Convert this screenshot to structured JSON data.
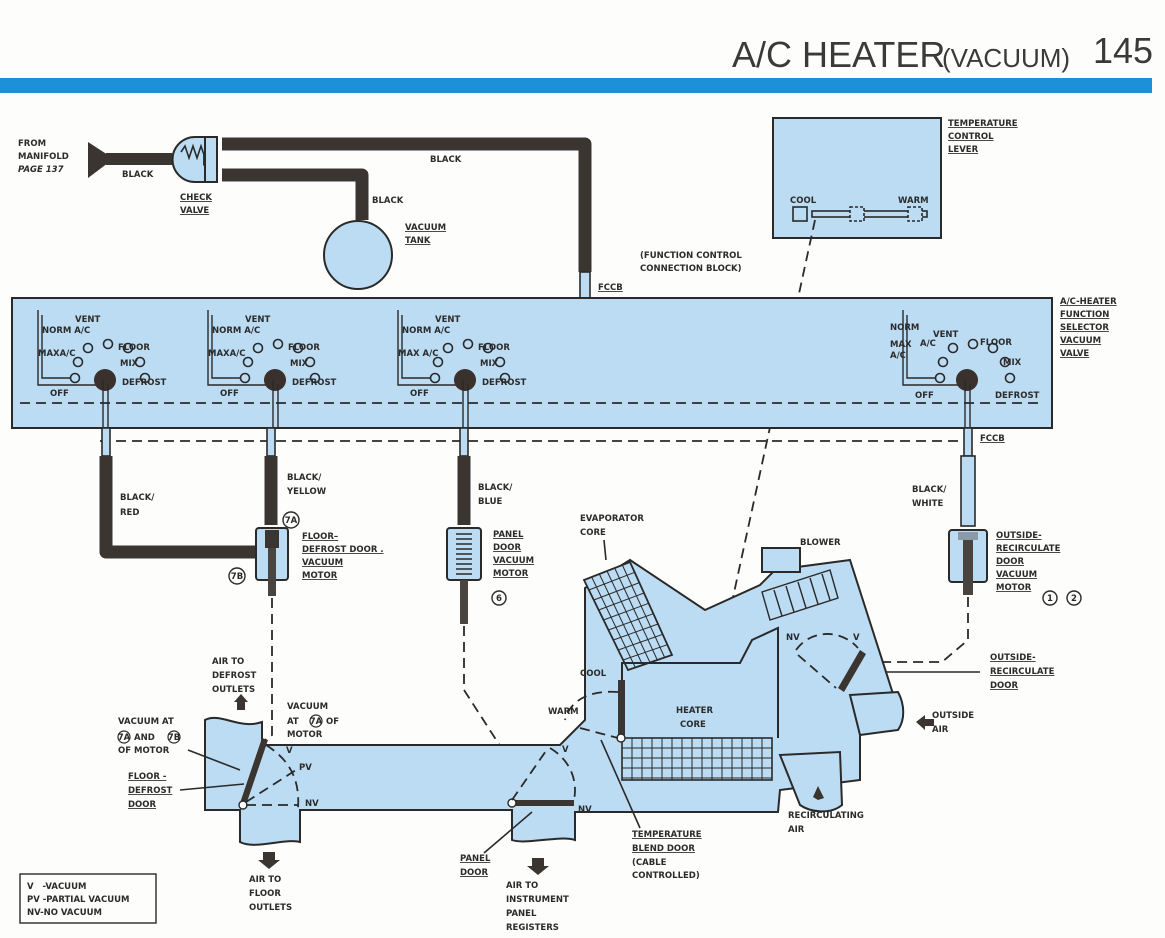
{
  "header": {
    "title_main": "A/C HEATER",
    "title_paren": "(VACUUM)",
    "page_number": "145",
    "rule_color": "#1e90d8"
  },
  "colors": {
    "component_fill": "#bcdcf3",
    "hose": "#3a3530",
    "ink": "#2a2a2a"
  },
  "source": {
    "from_label": "FROM",
    "manifold_label": "MANIFOLD",
    "page_ref": "PAGE 137",
    "hose_color_1": "BLACK",
    "hose_color_2": "BLACK",
    "hose_color_3": "BLACK"
  },
  "components": {
    "check_valve": [
      "CHECK",
      "VALVE"
    ],
    "vacuum_tank": [
      "VACUUM",
      "TANK"
    ],
    "temp_lever": [
      "TEMPERATURE",
      "CONTROL",
      "LEVER"
    ],
    "temp_cool": "COOL",
    "temp_warm": "WARM",
    "fccb_note": [
      "(FUNCTION CONTROL",
      "CONNECTION BLOCK)"
    ],
    "fccb": "FCCB",
    "fccb_2": "FCCB",
    "selector_valve": [
      "A/C-HEATER",
      "FUNCTION",
      "SELECTOR",
      "VACUUM",
      "VALVE"
    ]
  },
  "selector_groups": [
    {
      "vent": "VENT",
      "norm": "NORM A/C",
      "max": "MAXA/C",
      "off": "OFF",
      "floor": "FLOOR",
      "mix": "MIX",
      "defrost": "DEFROST"
    },
    {
      "vent": "VENT",
      "norm": "NORM A/C",
      "max": "MAXA/C",
      "off": "OFF",
      "floor": "FLOOR",
      "mix": "MIX",
      "defrost": "DEFROST"
    },
    {
      "vent": "VENT",
      "norm": "NORM A/C",
      "max": "MAX A/C",
      "off": "OFF",
      "floor": "FLOOR",
      "mix": "MIX",
      "defrost": "DEFROST"
    },
    {
      "vent": "VENT",
      "norm": "NORM",
      "norm2": "A/C",
      "max": "MAX",
      "max2": "A/C",
      "off": "OFF",
      "floor": "FLOOR",
      "mix": "MIX",
      "defrost": "DEFROST"
    }
  ],
  "hoses": {
    "black_red": [
      "BLACK/",
      "RED"
    ],
    "black_yellow": [
      "BLACK/",
      "YELLOW"
    ],
    "black_blue": [
      "BLACK/",
      "BLUE"
    ],
    "black_white": [
      "BLACK/",
      "WHITE"
    ]
  },
  "motors": {
    "floor_defrost": [
      "FLOOR–",
      "DEFROST DOOR .",
      "VACUUM",
      "MOTOR"
    ],
    "port_7a": "7A",
    "port_7b": "7B",
    "panel": [
      "PANEL",
      "DOOR",
      "VACUUM",
      "MOTOR"
    ],
    "panel_ref": "6",
    "outside_recirc": [
      "OUTSIDE-",
      "RECIRCULATE",
      "DOOR",
      "VACUUM",
      "MOTOR"
    ],
    "ref_1": "1",
    "ref_2": "2"
  },
  "air_system": {
    "evaporator": [
      "EVAPORATOR",
      "CORE"
    ],
    "blower": "BLOWER",
    "heater_core": [
      "HEATER",
      "CORE"
    ],
    "cool": "COOL",
    "warm": "WARM",
    "outside_recirc_door": [
      "OUTSIDE-",
      "RECIRCULATE",
      "DOOR"
    ],
    "outside_air": [
      "OUTSIDE",
      "AIR"
    ],
    "recirc_air": [
      "RECIRCULATING",
      "AIR"
    ],
    "air_defrost": [
      "AIR TO",
      "DEFROST",
      "OUTLETS"
    ],
    "vac_7a_7b": [
      "VACUUM AT",
      "AND",
      "OF MOTOR"
    ],
    "vac_7a": [
      "VACUUM",
      "AT",
      "OF",
      "MOTOR"
    ],
    "floor_defrost_door": [
      "FLOOR -",
      "DEFROST",
      "DOOR"
    ],
    "air_floor": [
      "AIR TO",
      "FLOOR",
      "OUTLETS"
    ],
    "panel_door": [
      "PANEL",
      "DOOR"
    ],
    "air_panel": [
      "AIR TO",
      "INSTRUMENT",
      "PANEL",
      "REGISTERS"
    ],
    "temp_blend": [
      "TEMPERATURE",
      "BLEND DOOR"
    ],
    "cable": [
      "(CABLE",
      "CONTROLLED)"
    ],
    "v": "V",
    "pv": "PV",
    "nv": "NV",
    "v2": "V",
    "nv2": "NV",
    "v3": "V",
    "nv3": "NV"
  },
  "legend": {
    "items": [
      "V   -VACUUM",
      "PV -PARTIAL VACUUM",
      "NV-NO VACUUM"
    ]
  }
}
